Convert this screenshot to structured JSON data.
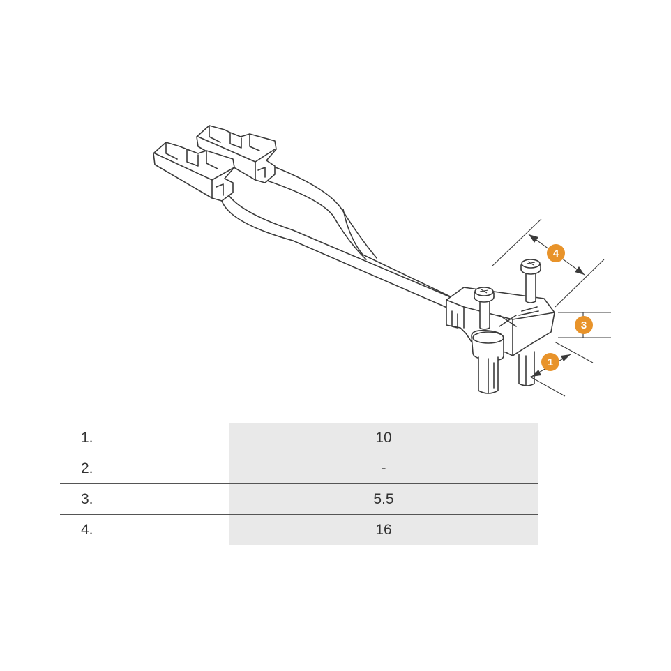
{
  "callouts": {
    "c1": "1",
    "c3": "3",
    "c4": "4"
  },
  "colors": {
    "accent": "#e8932a",
    "line": "#3a3a3a",
    "table_fill": "#e9e9e9"
  },
  "table": {
    "rows": [
      {
        "label": "1.",
        "value": "10"
      },
      {
        "label": "2.",
        "value": "-"
      },
      {
        "label": "3.",
        "value": "5.5"
      },
      {
        "label": "4.",
        "value": "16"
      }
    ]
  }
}
